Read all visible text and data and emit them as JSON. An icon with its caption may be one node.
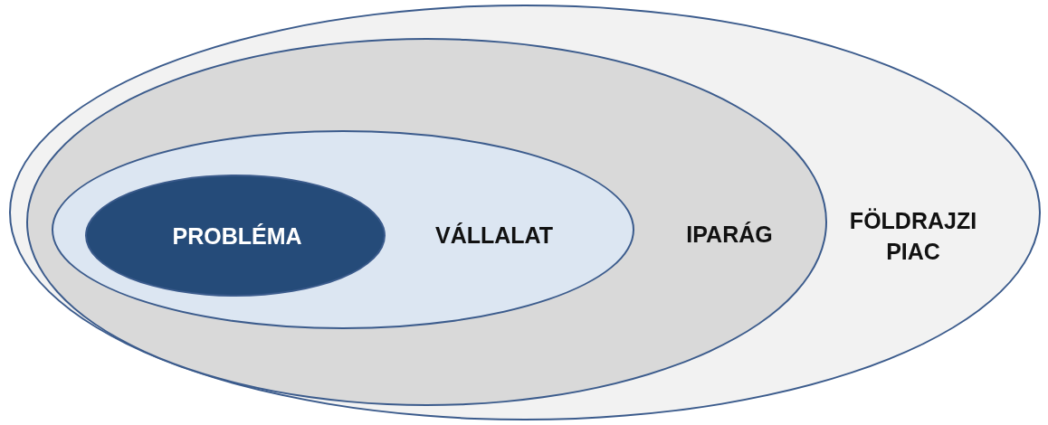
{
  "diagram": {
    "nodes": [
      {
        "text": [
          "FÖLDRAJZI PIAC"
        ]
      },
      {
        "text": [
          "IPARÁG"
        ],
        "in": 0
      },
      {
        "text": [
          "VÁLLALAT"
        ],
        "in": 1
      },
      {
        "text": [
          "PROBLÉMA"
        ],
        "in": 2
      }
    ]
  }
}
